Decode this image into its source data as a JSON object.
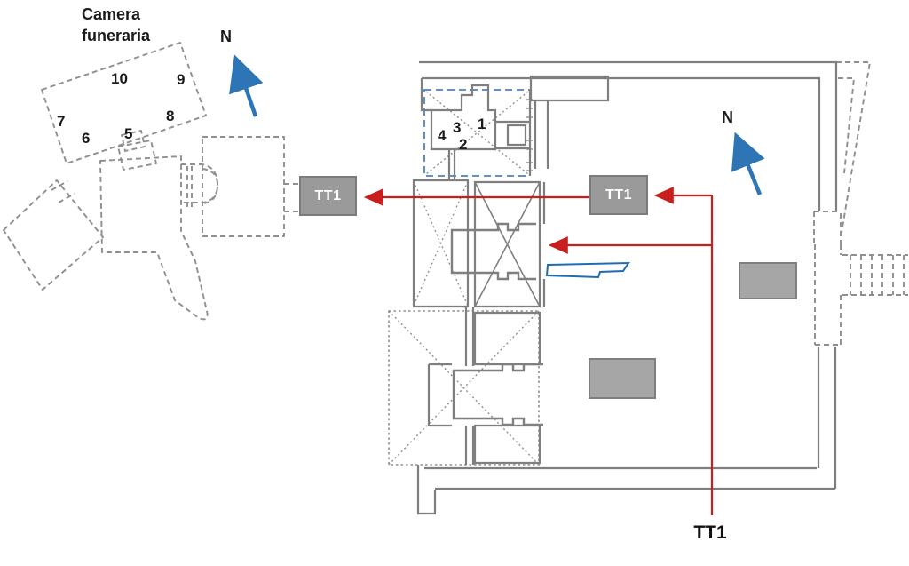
{
  "diagram": {
    "title": "Camera funeraria",
    "north_left": "N",
    "north_right": "N",
    "tt1_left": "TT1",
    "tt1_right": "TT1",
    "tt1_bottom": "TT1",
    "burial_chamber": {
      "r5": "5",
      "r6": "6",
      "r7": "7",
      "r8": "8",
      "r9": "9",
      "r10": "10"
    },
    "chapel": {
      "r1": "1",
      "r2": "2",
      "r3": "3",
      "r4": "4"
    },
    "colors": {
      "wall_gray": "#7f7f7f",
      "dashed_gray": "#8f8f8f",
      "tt1_box_fill": "#9a9a9a",
      "gray_block_fill": "#a6a6a6",
      "route_red": "#c81e1e",
      "north_arrow_blue": "#2e75b6",
      "chapel_outline_blue": "#4f81bd"
    }
  }
}
